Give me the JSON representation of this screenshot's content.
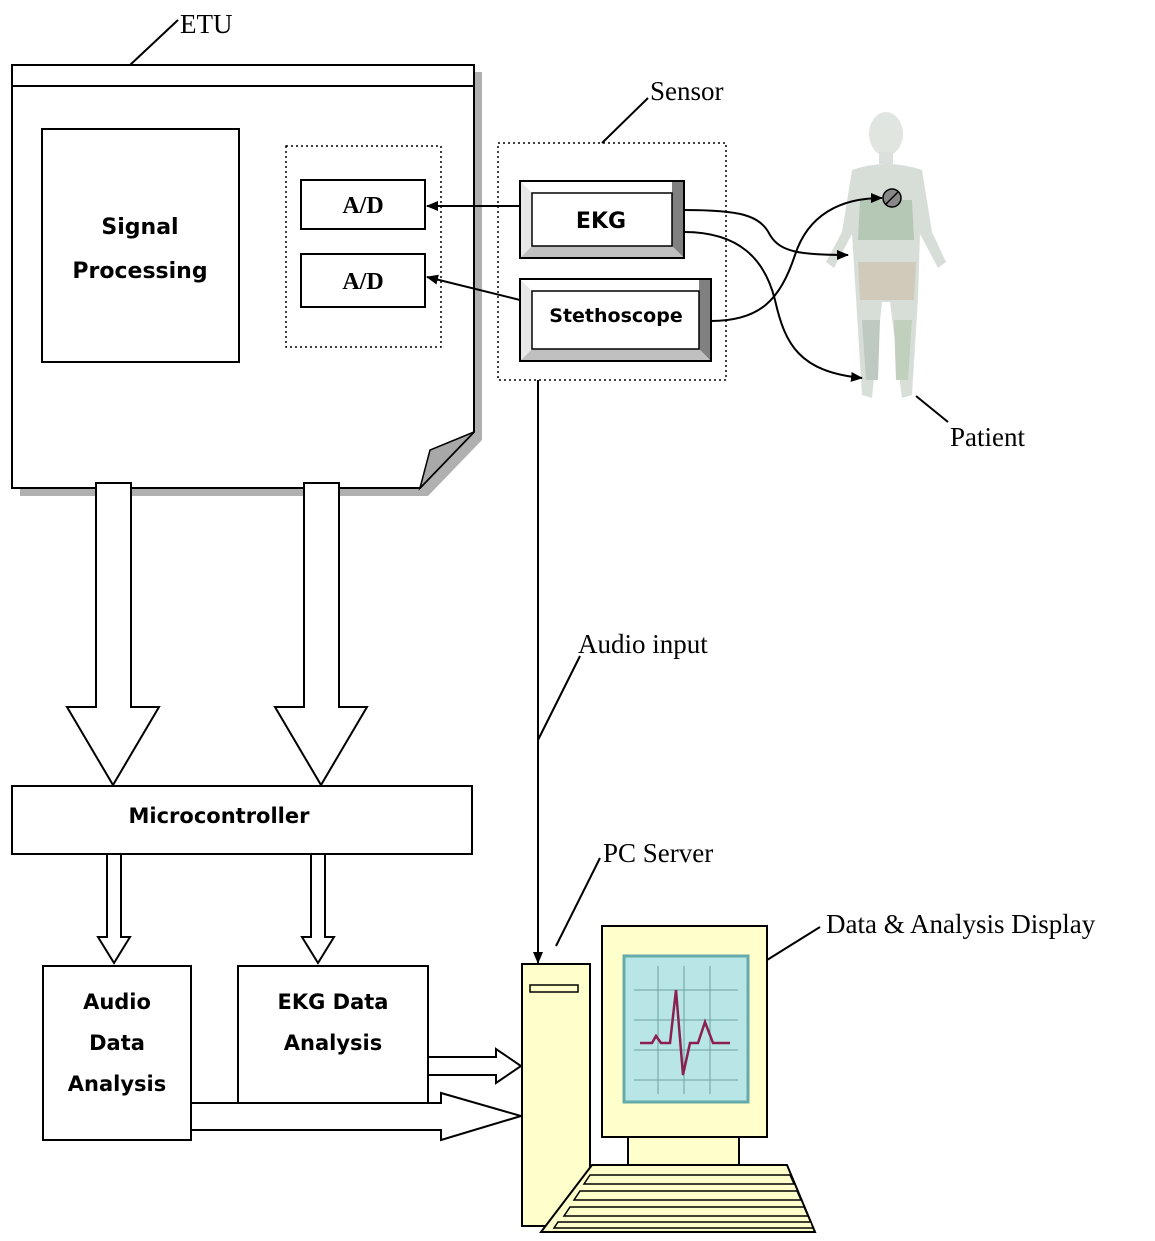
{
  "labels": {
    "etu": "ETU",
    "sensor": "Sensor",
    "patient": "Patient",
    "signal_processing_line1": "Signal",
    "signal_processing_line2": "Processing",
    "ad_top": "A/D",
    "ad_bottom": "A/D",
    "ekg": "EKG",
    "stethoscope": "Stethoscope",
    "audio_input": "Audio input",
    "microcontroller": "Microcontroller",
    "audio_analysis_line1": "Audio",
    "audio_analysis_line2": "Data",
    "audio_analysis_line3": "Analysis",
    "ekg_analysis_line1": "EKG Data",
    "ekg_analysis_line2": "Analysis",
    "pc_server": "PC Server",
    "display": "Data & Analysis Display"
  },
  "colors": {
    "stroke": "#000000",
    "computer_fill": "#ffffcc",
    "screen_fill": "#b8e6e6",
    "ecg_trace": "#8b2050",
    "shadow": "#a0a0a0"
  }
}
